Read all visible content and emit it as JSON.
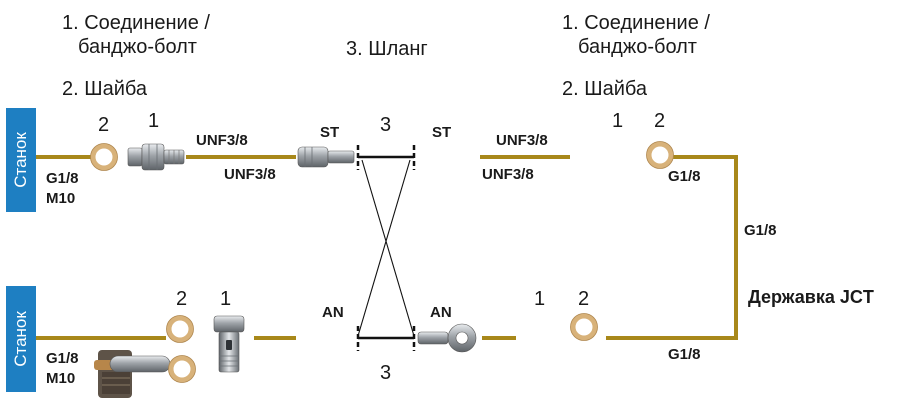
{
  "legend_left": {
    "item1_line1": "1. Соединение /",
    "item1_line2": "банджо-болт",
    "item2": "2. Шайба"
  },
  "legend_center": {
    "item3": "3. Шланг"
  },
  "legend_right": {
    "item1_line1": "1. Соединение /",
    "item1_line2": "банджо-болт",
    "item2": "2. Шайба"
  },
  "machine_label": "Станок",
  "holder_label": "Державка JCT",
  "top_row": {
    "num_2_left": "2",
    "num_1_left": "1",
    "unf_upper_left": "UNF3/8",
    "unf_lower_left": "UNF3/8",
    "st_left": "ST",
    "num_3": "3",
    "st_right": "ST",
    "unf_upper_right": "UNF3/8",
    "unf_lower_right": "UNF3/8",
    "num_1_right": "1",
    "num_2_right": "2",
    "g18_left": "G1/8",
    "m10_left": "M10",
    "g18_right": "G1/8"
  },
  "middle": {
    "g18_vertical": "G1/8"
  },
  "bottom_row": {
    "num_2_left": "2",
    "num_1_left": "1",
    "an_left": "AN",
    "num_3": "3",
    "an_right": "AN",
    "num_1_right": "1",
    "num_2_right": "2",
    "g18_left": "G1/8",
    "m10_left": "M10",
    "g18_right": "G1/8"
  },
  "colors": {
    "line": "#a8881a",
    "washer_ring": "#d8b27a",
    "machine_box": "#1e7fc2",
    "fitting": "#9ea3a8"
  }
}
